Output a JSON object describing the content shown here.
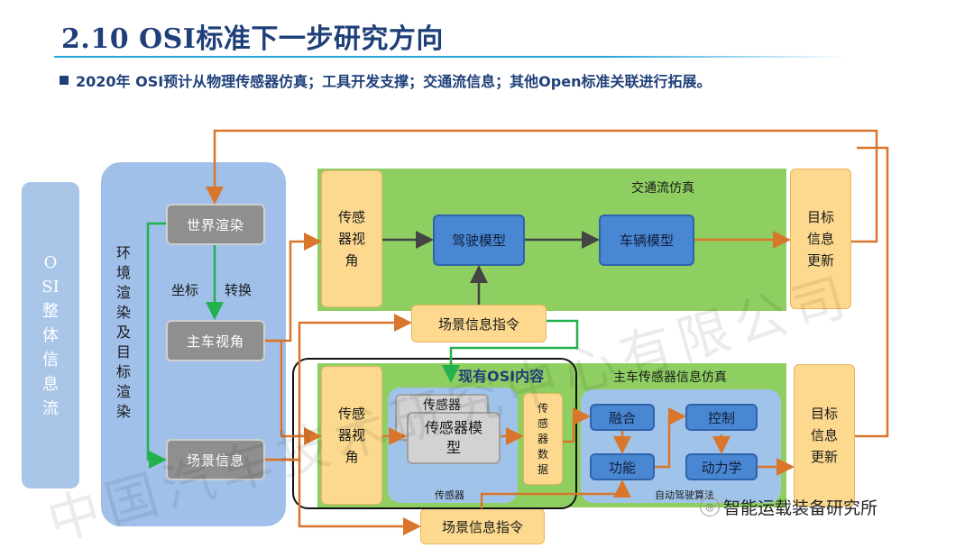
{
  "header": {
    "title": "2.10 OSI标准下一步研究方向",
    "subtitle": "2020年 OSI预计从物理传感器仿真；工具开发支撑；交通流信息；其他Open标准关联进行拓展。"
  },
  "diagram": {
    "osi_flow_label": "OSI整体信息流",
    "env_panel_label": "环境渲染及目标渲染",
    "world_render": "世界渲染",
    "coord_label": "坐标",
    "transform_label": "转换",
    "ego_view": "主车视角",
    "scene_info": "场景信息",
    "traffic_sim_title": "交通流仿真",
    "sensor_view_top": "传感器视角",
    "driving_model": "驾驶模型",
    "vehicle_model": "车辆模型",
    "target_update_top": "目标信息更新",
    "scene_cmd_top": "场景信息指令",
    "current_osi_label": "现有OSI内容",
    "ego_sensor_title": "主车传感器信息仿真",
    "sensor_view_bottom": "传感器视角",
    "sensor_model_back": "传感器",
    "sensor_model_front": "传感器模型",
    "sensor_group_label": "传感器",
    "sensor_data": "传感器数据",
    "fusion": "融合",
    "function": "功能",
    "control": "控制",
    "dynamics": "动力学",
    "auto_driving_label": "自动驾驶算法",
    "target_update_bottom": "目标信息更新",
    "scene_cmd_bottom": "场景信息指令"
  },
  "watermark": {
    "diagonal": "中国汽车技术研究中心有限公司",
    "wechat": "智能运载装备研究所"
  },
  "colors": {
    "title": "#1f3f79",
    "arrow_orange": "#d9762b",
    "arrow_green": "#22b14c",
    "arrow_dark": "#444444",
    "panel_green": "#8fcf62",
    "box_blue": "#4a87d3",
    "box_orange": "#fcd98f"
  }
}
